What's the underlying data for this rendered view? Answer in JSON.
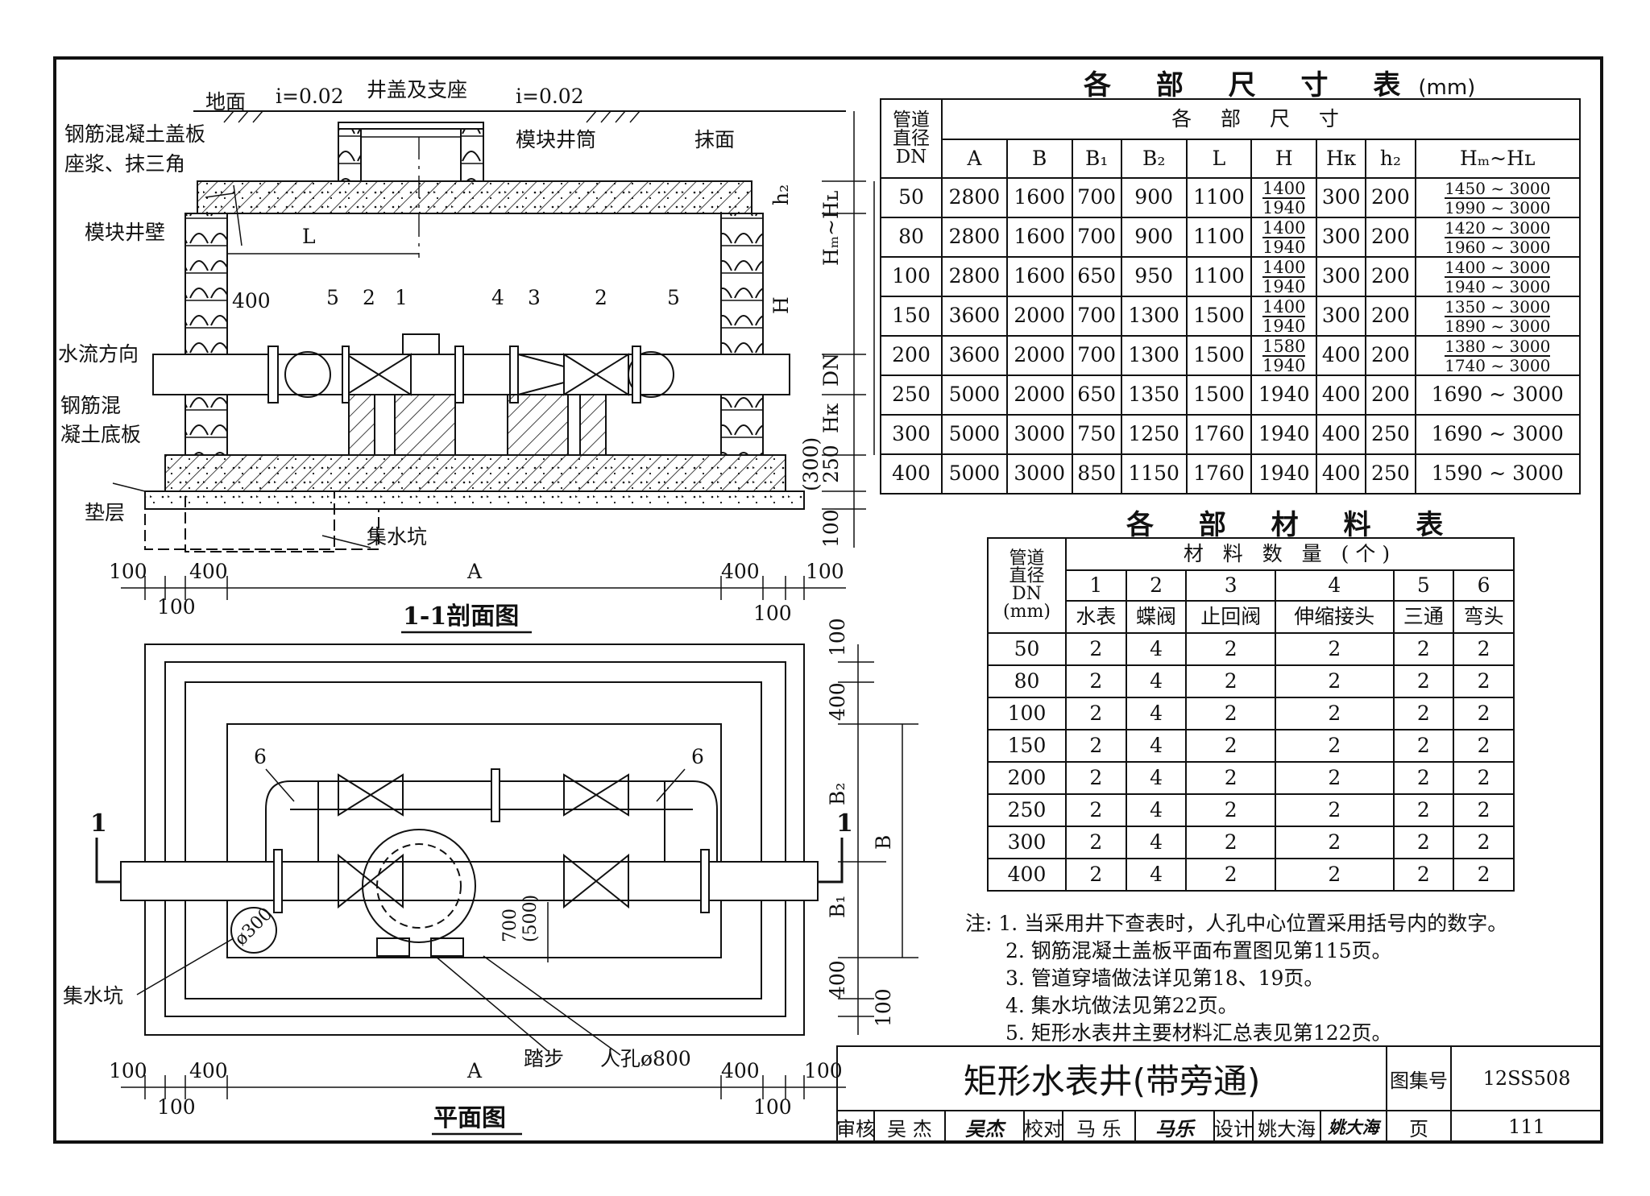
{
  "drawing": {
    "section_title": "1-1剖面图",
    "plan_title": "平面图",
    "labels": {
      "ground": "地面",
      "slope_left": "i=0.02",
      "slope_right": "i=0.02",
      "cover_support": "井盖及支座",
      "rc_cover_slab": "钢筋混凝土盖板",
      "mortar": "座浆、抹三角",
      "module_shaft": "模块井筒",
      "plaster": "抹面",
      "module_wall": "模块井壁",
      "flow_direction": "水流方向",
      "rc_base_1": "钢筋混",
      "rc_base_2": "凝土底板",
      "cushion": "垫层",
      "sump_section": "集水坑",
      "sump_plan": "集水坑",
      "step": "踏步",
      "manhole": "人孔ø800",
      "sump_dia": "ø300",
      "offset_1": "700",
      "offset_2": "(500)",
      "section_mark_left": "1",
      "section_mark_right": "1"
    },
    "dims": {
      "L": "L",
      "A": "A",
      "B": "B",
      "B1": "B₁",
      "B2": "B₂",
      "H": "H",
      "Hm_HL": "Hₘ~Hʟ",
      "h2": "h₂",
      "DN": "DN",
      "Hk": "Hᴋ",
      "d400": "400",
      "d100": "100",
      "d250": "250",
      "d300": "(300)"
    },
    "callouts": [
      "5",
      "2",
      "1",
      "4",
      "3",
      "2",
      "5"
    ],
    "plan_callouts": [
      "6",
      "6"
    ]
  },
  "size_table": {
    "title": "各 部 尺 寸 表",
    "unit": "(mm)",
    "group_header": "各 部 尺 寸",
    "pipe_header": [
      "管道",
      "直径",
      "DN"
    ],
    "columns": [
      "A",
      "B",
      "B₁",
      "B₂",
      "L",
      "H",
      "Hᴋ",
      "h₂",
      "Hₘ~Hʟ"
    ],
    "rows": [
      {
        "dn": "50",
        "A": "2800",
        "B": "1600",
        "B1": "700",
        "B2": "900",
        "L": "1100",
        "H": [
          "1400",
          "1940"
        ],
        "Hk": "300",
        "h2": "200",
        "Hm": [
          "1450 ~ 3000",
          "1990 ~ 3000"
        ]
      },
      {
        "dn": "80",
        "A": "2800",
        "B": "1600",
        "B1": "700",
        "B2": "900",
        "L": "1100",
        "H": [
          "1400",
          "1940"
        ],
        "Hk": "300",
        "h2": "200",
        "Hm": [
          "1420 ~ 3000",
          "1960 ~ 3000"
        ]
      },
      {
        "dn": "100",
        "A": "2800",
        "B": "1600",
        "B1": "650",
        "B2": "950",
        "L": "1100",
        "H": [
          "1400",
          "1940"
        ],
        "Hk": "300",
        "h2": "200",
        "Hm": [
          "1400 ~ 3000",
          "1940 ~ 3000"
        ]
      },
      {
        "dn": "150",
        "A": "3600",
        "B": "2000",
        "B1": "700",
        "B2": "1300",
        "L": "1500",
        "H": [
          "1400",
          "1940"
        ],
        "Hk": "300",
        "h2": "200",
        "Hm": [
          "1350 ~ 3000",
          "1890 ~ 3000"
        ]
      },
      {
        "dn": "200",
        "A": "3600",
        "B": "2000",
        "B1": "700",
        "B2": "1300",
        "L": "1500",
        "H": [
          "1580",
          "1940"
        ],
        "Hk": "400",
        "h2": "200",
        "Hm": [
          "1380 ~ 3000",
          "1740 ~ 3000"
        ]
      },
      {
        "dn": "250",
        "A": "5000",
        "B": "2000",
        "B1": "650",
        "B2": "1350",
        "L": "1500",
        "H": [
          "1940"
        ],
        "Hk": "400",
        "h2": "200",
        "Hm": [
          "1690 ~ 3000"
        ]
      },
      {
        "dn": "300",
        "A": "5000",
        "B": "3000",
        "B1": "750",
        "B2": "1250",
        "L": "1760",
        "H": [
          "1940"
        ],
        "Hk": "400",
        "h2": "250",
        "Hm": [
          "1690 ~ 3000"
        ]
      },
      {
        "dn": "400",
        "A": "5000",
        "B": "3000",
        "B1": "850",
        "B2": "1150",
        "L": "1760",
        "H": [
          "1940"
        ],
        "Hk": "400",
        "h2": "250",
        "Hm": [
          "1590 ~ 3000"
        ]
      }
    ]
  },
  "material_table": {
    "title": "各 部 材 料 表",
    "pipe_header": [
      "管道",
      "直径",
      "DN",
      "(mm)"
    ],
    "group_header": "材 料 数 量 (个)",
    "numbers": [
      "1",
      "2",
      "3",
      "4",
      "5",
      "6"
    ],
    "names": [
      "水表",
      "蝶阀",
      "止回阀",
      "伸缩接头",
      "三通",
      "弯头"
    ],
    "rows": [
      [
        "50",
        "2",
        "4",
        "2",
        "2",
        "2",
        "2"
      ],
      [
        "80",
        "2",
        "4",
        "2",
        "2",
        "2",
        "2"
      ],
      [
        "100",
        "2",
        "4",
        "2",
        "2",
        "2",
        "2"
      ],
      [
        "150",
        "2",
        "4",
        "2",
        "2",
        "2",
        "2"
      ],
      [
        "200",
        "2",
        "4",
        "2",
        "2",
        "2",
        "2"
      ],
      [
        "250",
        "2",
        "4",
        "2",
        "2",
        "2",
        "2"
      ],
      [
        "300",
        "2",
        "4",
        "2",
        "2",
        "2",
        "2"
      ],
      [
        "400",
        "2",
        "4",
        "2",
        "2",
        "2",
        "2"
      ]
    ]
  },
  "notes": {
    "prefix": "注:",
    "items": [
      "1. 当采用井下查表时，人孔中心位置采用括号内的数字。",
      "2. 钢筋混凝土盖板平面布置图见第115页。",
      "3. 管道穿墙做法详见第18、19页。",
      "4. 集水坑做法见第22页。",
      "5. 矩形水表井主要材料汇总表见第122页。"
    ]
  },
  "title_block": {
    "drawing_name": "矩形水表井(带旁通)",
    "atlas_label": "图集号",
    "atlas_no": "12SS508",
    "review_label": "审核",
    "reviewer": "吴 杰",
    "reviewer_sig": "吴杰",
    "check_label": "校对",
    "checker": "马 乐",
    "checker_sig": "马乐",
    "design_label": "设计",
    "designer": "姚大海",
    "designer_sig": "姚大海",
    "page_label": "页",
    "page_no": "111"
  }
}
